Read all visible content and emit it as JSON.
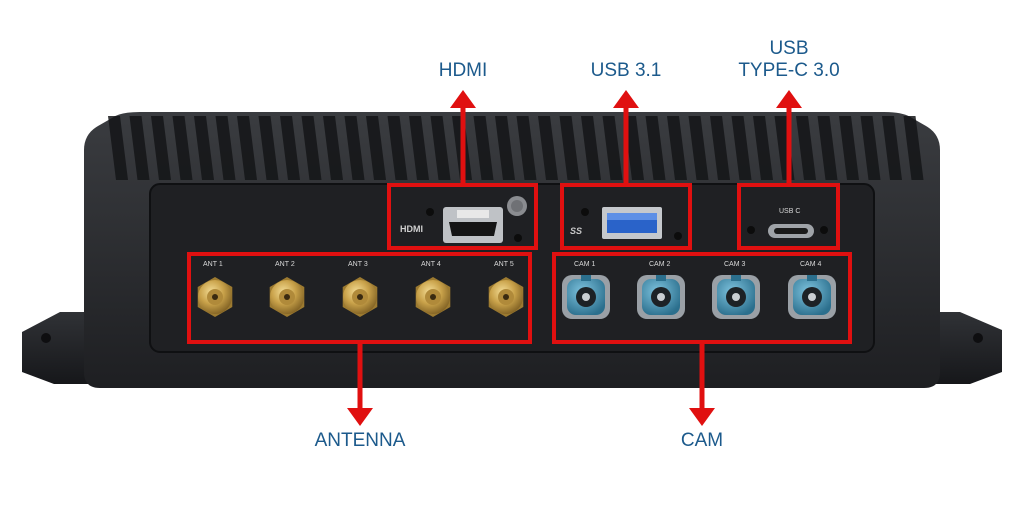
{
  "callouts": {
    "hdmi": "HDMI",
    "usb31": "USB 3.1",
    "usbc_line1": "USB",
    "usbc_line2": "TYPE-C 3.0",
    "antenna": "ANTENNA",
    "cam": "CAM"
  },
  "panel_labels": {
    "hdmi_logo": "HDMI",
    "usb_logo": "SS",
    "usb_c": "USB C"
  },
  "antennas": [
    "ANT 1",
    "ANT 2",
    "ANT 3",
    "ANT 4",
    "ANT 5"
  ],
  "cameras": [
    "CAM 1",
    "CAM 2",
    "CAM 3",
    "CAM 4"
  ],
  "colors": {
    "highlight": "#e01010",
    "label": "#1c5a8c",
    "chassis": "#2b2d30",
    "sma_gold": "#c9a24a",
    "fakra_blue": "#3e8fb0"
  }
}
